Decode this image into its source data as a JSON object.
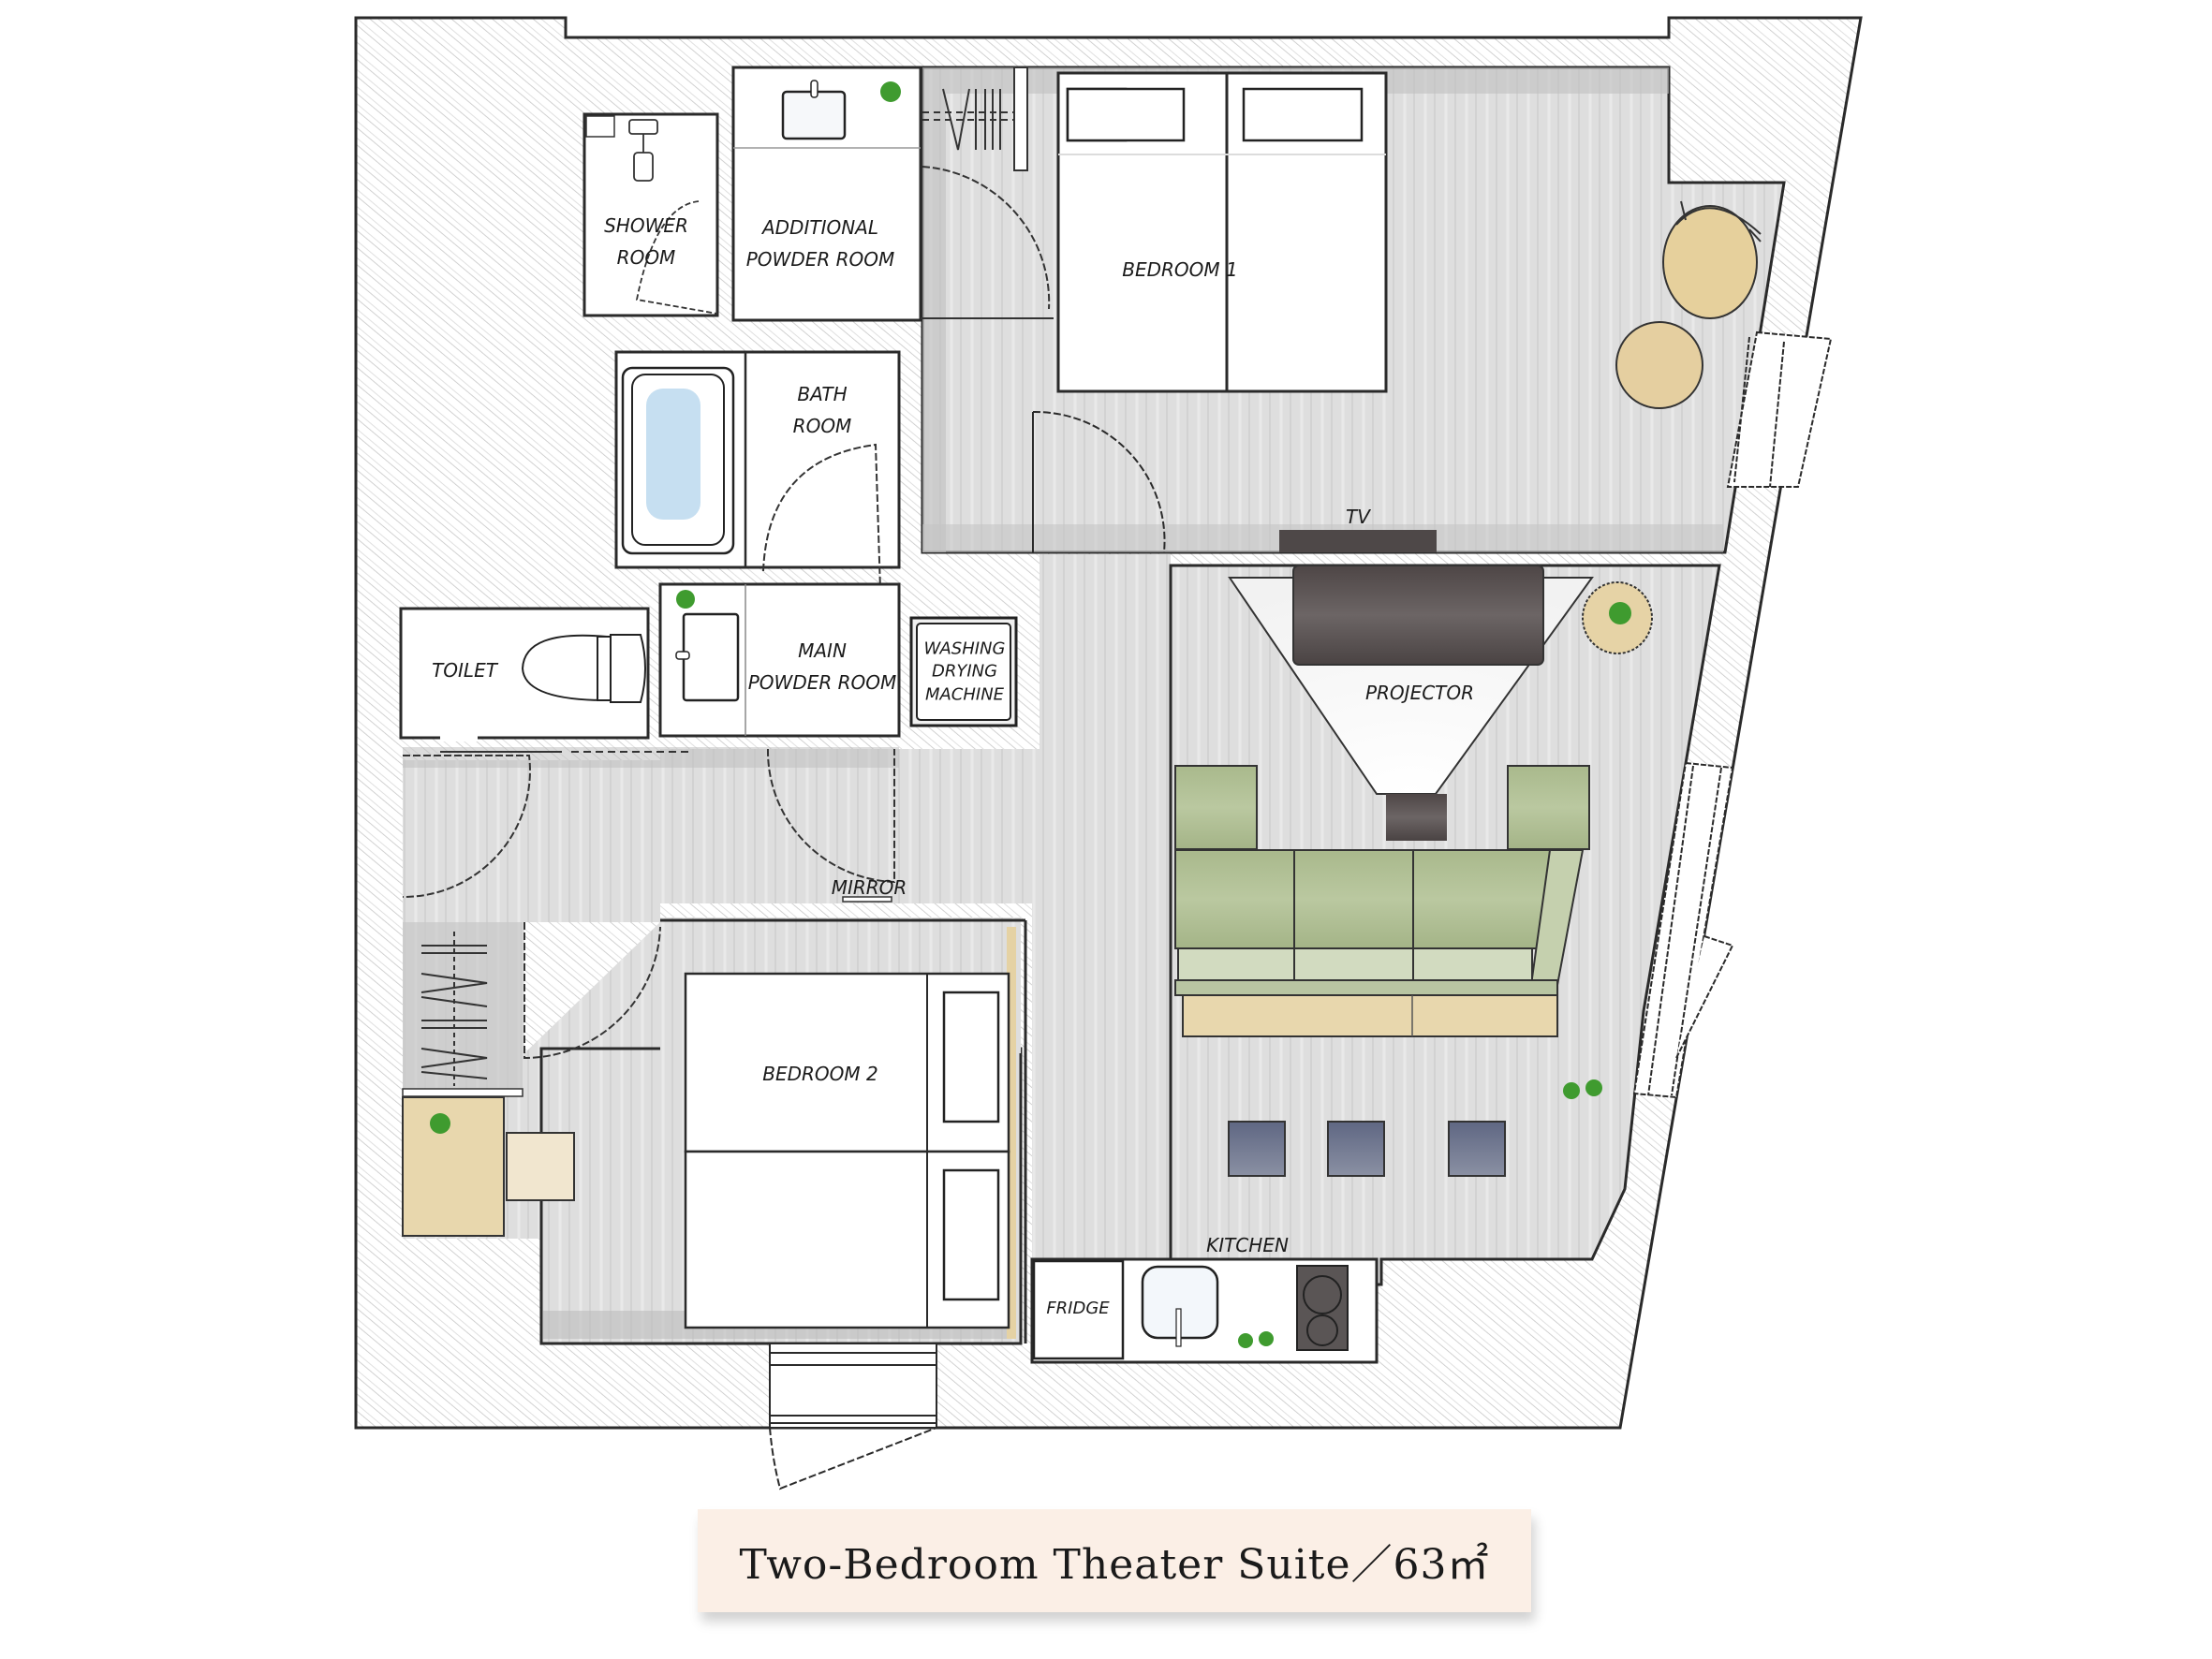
{
  "title": "Two-Bedroom Theater Suite／63㎡",
  "caption": {
    "name": "Two-Bedroom Theater Suite",
    "separator": "／",
    "area": "63㎡",
    "full": "Two-Bedroom Theater Suite／63㎡"
  },
  "rooms": {
    "shower_room": "SHOWER\nROOM",
    "additional_powder_room": "ADDITIONAL\nPOWDER ROOM",
    "bedroom_1": "BEDROOM 1",
    "bath_room": "BATH\nROOM",
    "toilet": "TOILET",
    "main_powder_room": "MAIN\nPOWDER ROOM",
    "washing_machine": "WASHING\nDRYING\nMACHINE",
    "tv": "TV",
    "projector": "PROJECTOR",
    "mirror": "MIRROR",
    "bedroom_2": "BEDROOM 2",
    "kitchen": "KITCHEN",
    "fridge": "FRIDGE"
  },
  "colors": {
    "wall_hatch_bg": "#ffffff",
    "hatch_line": "#c4c4c4",
    "floor": "#dcdcdc",
    "floor_shadow": "#bdbdbd",
    "outline": "#2a2a2a",
    "bed_white": "#ffffff",
    "sofa_green": "#b4c29a",
    "sofa_green_light": "#cfd8bd",
    "wood": "#e8d7ad",
    "wood_chair": "#e6cf9a",
    "stool_blue": "#6f7790",
    "dark_furniture": "#5e5757",
    "bath_water": "#bcd9ee",
    "plant_green": "#3e9a2e",
    "caption_bg": "#fbefe6"
  }
}
